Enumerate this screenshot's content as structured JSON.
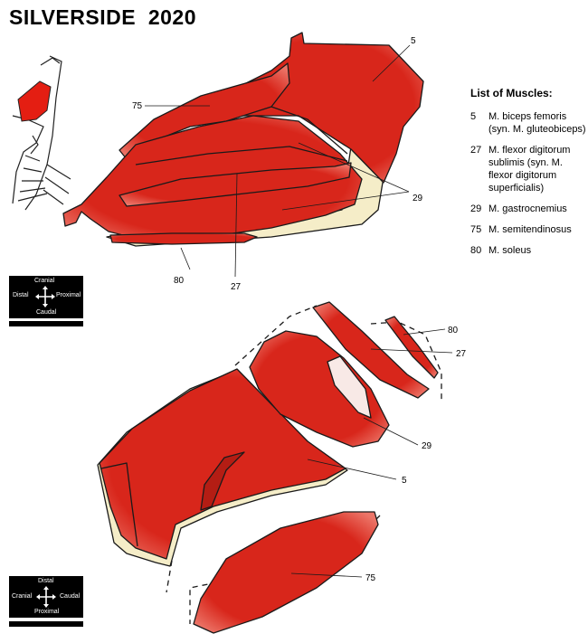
{
  "title": "SILVERSIDE  2020",
  "legend": {
    "title": "List of Muscles:",
    "items": [
      {
        "num": "5",
        "name": "M. biceps femoris (syn. M. gluteobiceps)"
      },
      {
        "num": "27",
        "name": "M. flexor digitorum sublimis (syn. M. flexor digitorum superficialis)"
      },
      {
        "num": "29",
        "name": "M. gastrocnemius"
      },
      {
        "num": "75",
        "name": "M. semitendinosus"
      },
      {
        "num": "80",
        "name": "M. soleus"
      }
    ]
  },
  "callouts": {
    "top": {
      "c5": "5",
      "c75": "75",
      "c29": "29",
      "c80": "80",
      "c27": "27"
    },
    "bottom": {
      "c80": "80",
      "c27": "27",
      "c29": "29",
      "c5": "5",
      "c75": "75"
    }
  },
  "compass_top": {
    "up": "Cranial",
    "left": "Distal",
    "right": "Proximal",
    "down": "Caudal"
  },
  "compass_bottom": {
    "up": "Distal",
    "left": "Cranial",
    "right": "Caudal",
    "down": "Proximal"
  },
  "colors": {
    "muscle": "#d8261b",
    "highlight": "#f07a6e",
    "fat": "#f5edc8",
    "outline": "#1a1a1a",
    "panel": "#000000"
  }
}
